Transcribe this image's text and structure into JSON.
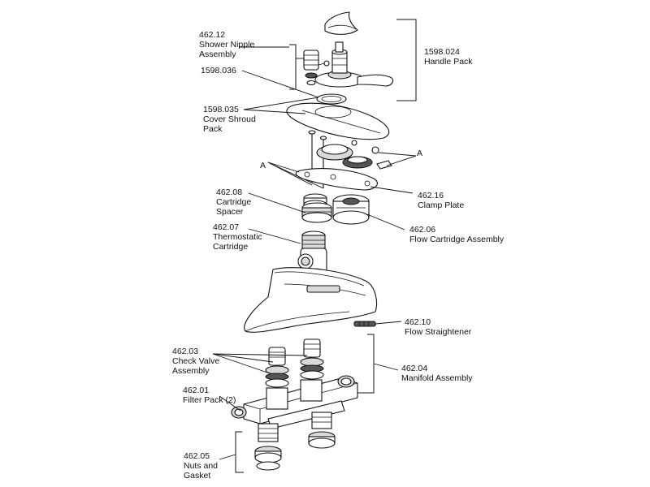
{
  "labels": {
    "shower_nipple": {
      "code": "462.12",
      "lines": [
        "Shower Nipple",
        "Assembly"
      ]
    },
    "handle_pack": {
      "code": "1598.024",
      "lines": [
        "Handle Pack"
      ]
    },
    "part_1598_036": {
      "code": "1598.036",
      "lines": []
    },
    "cover_shroud": {
      "code": "1598.035",
      "lines": [
        "Cover Shroud",
        "Pack"
      ]
    },
    "callout_a_right": {
      "code": "A",
      "lines": []
    },
    "callout_a_left": {
      "code": "A",
      "lines": []
    },
    "clamp_plate": {
      "code": "462.16",
      "lines": [
        "Clamp Plate"
      ]
    },
    "cartridge_spacer": {
      "code": "462.08",
      "lines": [
        "Cartridge",
        "Spacer"
      ]
    },
    "flow_cartridge": {
      "code": "462.06",
      "lines": [
        "Flow Cartridge Assembly"
      ]
    },
    "thermostatic_cartridge": {
      "code": "462.07",
      "lines": [
        "Thermostatic",
        "Cartridge"
      ]
    },
    "flow_straightener": {
      "code": "462.10",
      "lines": [
        "Flow Straightener"
      ]
    },
    "check_valve": {
      "code": "462.03",
      "lines": [
        "Check Valve",
        "Assembly"
      ]
    },
    "manifold": {
      "code": "462.04",
      "lines": [
        "Manifold Assembly"
      ]
    },
    "filter_pack": {
      "code": "462.01",
      "lines": [
        "Filter Pack (2)"
      ]
    },
    "nuts_gasket": {
      "code": "462.05",
      "lines": [
        "Nuts and",
        "Gasket"
      ]
    }
  }
}
